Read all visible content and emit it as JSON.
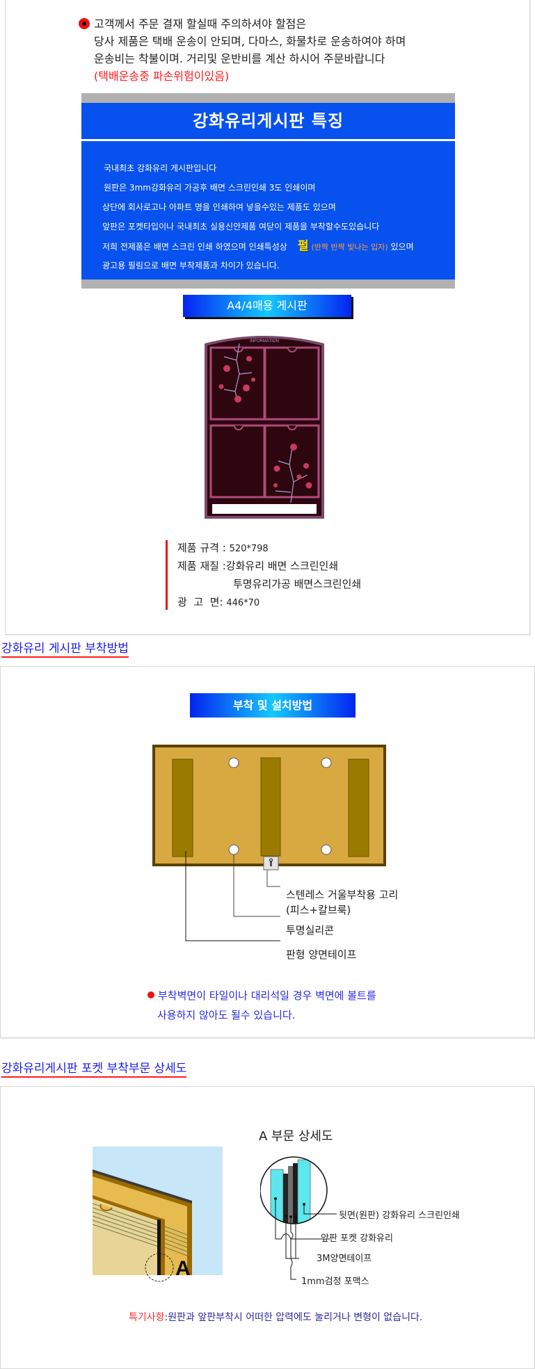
{
  "notice": {
    "bullet_icon": "red-bullet-icon",
    "lines": [
      "고객께서 주문 결재 할실때 주의하셔야 할점은",
      "당사 제품은 택배 운송이 안되며, 다마스, 화물차로 운송하여야 하며",
      "운송비는 착불이며. 거리및 운반비를 계산 하시어 주문바랍니다"
    ],
    "warning": "(택배운송중 파손위험이있음)"
  },
  "features": {
    "title": "강화유리게시판 특징",
    "items": [
      "국내최초  강화유리 게시판입니다",
      "원판은 3mm강화유리 가공후 배면 스크린인쇄 3도 인쇄이며",
      "상단에 회사로고나 아파트 명을 인쇄하여 넣을수있는 제품도 있으며",
      "앞판은 포켓타입이나 국내최초 실용신안제품 여닫이 제품을 부착할수도있습니다"
    ],
    "pearl_line": {
      "before": "저희 전제품은 배면 스크린 인쇄 하였으며 인쇄특성상",
      "pearl": "펄",
      "note": "(반짝 반짝 빛나는 입자)",
      "after": "있으며"
    },
    "last_item": "광고용 필림으로 배면 부착제품과 차이가 있습니다.",
    "colors": {
      "panel_blue": "#0751ee",
      "panel_gray": "#b1b1b1",
      "pearl": "#ffe400",
      "note": "#ff9a3c"
    }
  },
  "product": {
    "label": "A4/4매용 게시판",
    "board_header": "INFORMATION",
    "specs": [
      {
        "key": "제품 규격",
        "value": "520*798"
      },
      {
        "key": "제품 재질",
        "value": "강화유리 배면 스크린인쇄"
      },
      {
        "key": "",
        "value": "투명유리가공 배면스크린인쇄"
      },
      {
        "key": "광  고  면",
        "value": "446*70"
      }
    ]
  },
  "section_mount": {
    "heading": "강화유리 게시판 부착방법",
    "label": "부착 및 설치방법",
    "callouts": {
      "hook": "스텐레스 거울부착용 고리",
      "hook_sub": "(피스+칼브룩)",
      "silicone": "투명실리콘",
      "tape": "판형  양면테이프"
    },
    "note_lines": [
      "부착벽면이  타일이나  대리석일 경우 벽면에 볼트를",
      "사용하지 않아도 될수 있습니다."
    ],
    "colors": {
      "board": "#d9a941",
      "board_border": "#5a4000",
      "tape": "#9a7b00"
    }
  },
  "section_detail": {
    "heading": "강화유리게시판 포켓 부착부문 상세도",
    "marker": "A",
    "detail_title": "A 부문 상세도",
    "layers": [
      "뒷면(원판) 강화유리 스크린인쇄",
      "앞판 포켓 강화유리",
      "3M양면테이프",
      "1mm검정 포맥스"
    ],
    "special_label": "특기사항",
    "special_text": ":원판과 앞판부착시 어떠한 압력에도 눌리거나 변형이 없습니다."
  }
}
